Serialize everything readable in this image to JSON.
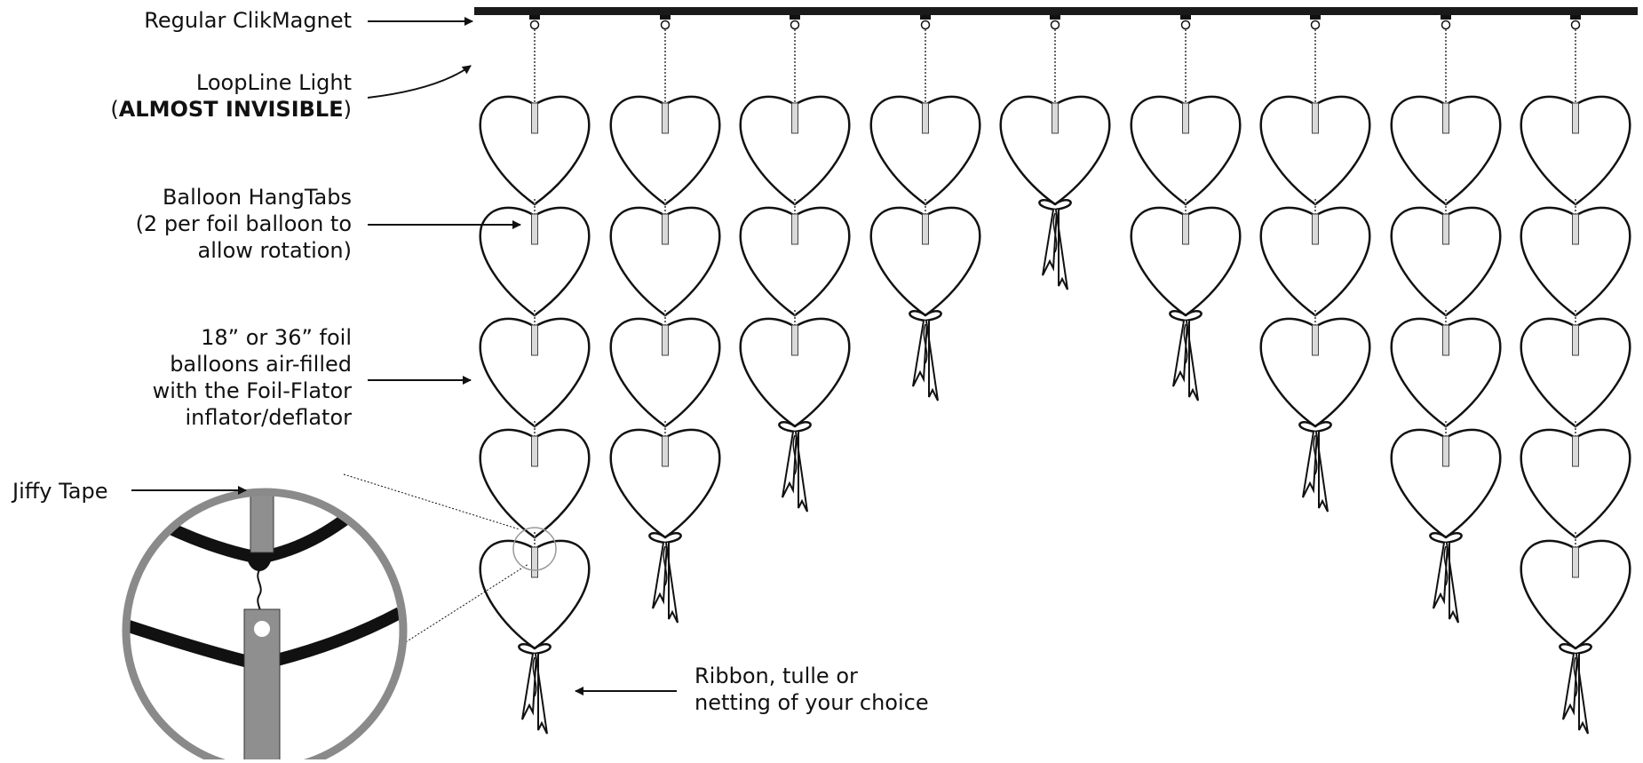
{
  "callouts": {
    "clikmagnet": "Regular ClikMagnet",
    "loopline_line1": "LoopLine Light",
    "loopline_open": "(",
    "loopline_bold": "ALMOST INVISIBLE",
    "loopline_close": ")",
    "hangtabs_line1": "Balloon HangTabs",
    "hangtabs_line2": "(2 per foil balloon to",
    "hangtabs_line3": "allow rotation)",
    "foil_line1": "18” or 36” foil",
    "foil_line2": "balloons air-filled",
    "foil_line3": "with the Foil-Flator",
    "foil_line4": "inflator/deflator",
    "jiffy": "Jiffy Tape",
    "ribbon_line1": "Ribbon, tulle or",
    "ribbon_line2": "netting of your choice"
  },
  "strands": [
    5,
    4,
    3,
    2,
    1,
    2,
    3,
    4,
    5
  ],
  "colors": {
    "ink": "#111111",
    "bar": "#1a1a1a",
    "tab": "#d9d9d9",
    "zoom_ring": "#8a8a8a",
    "zoom_tape": "#8f8f8f"
  }
}
